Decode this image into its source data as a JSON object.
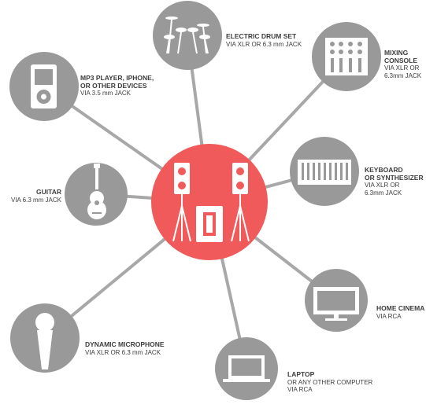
{
  "colors": {
    "hub": "#f05a5a",
    "node": "#999999",
    "line": "#a8a8a8",
    "icon": "#ffffff"
  },
  "nodes": [
    {
      "id": "drum",
      "icon": "drum-kit-icon",
      "title": "ELECTRIC DRUM SET",
      "title2": "",
      "sub": "VIA XLR OR 6.3 mm JACK",
      "sub2": ""
    },
    {
      "id": "mixer",
      "icon": "mixer-icon",
      "title": "MIXING",
      "title2": "CONSOLE",
      "sub": "VIA XLR OR",
      "sub2": "6.3mm JACK"
    },
    {
      "id": "mp3",
      "icon": "mp3-player-icon",
      "title": "MP3 PLAYER, IPHONE,",
      "title2": "OR OTHER DEVICES",
      "sub": "VIA 3.5 mm JACK",
      "sub2": ""
    },
    {
      "id": "guitar",
      "icon": "guitar-icon",
      "title": "GUITAR",
      "title2": "",
      "sub": "VIA 6.3 mm JACK",
      "sub2": ""
    },
    {
      "id": "keyboard",
      "icon": "keyboard-icon",
      "title": "KEYBOARD",
      "title2": "OR SYNTHESIZER",
      "sub": "VIA XLR OR",
      "sub2": "6.3mm JACK"
    },
    {
      "id": "cinema",
      "icon": "monitor-icon",
      "title": "HOME CINEMA",
      "title2": "",
      "sub": "VIA RCA",
      "sub2": ""
    },
    {
      "id": "mic",
      "icon": "microphone-icon",
      "title": "DYNAMIC MICROPHONE",
      "title2": "",
      "sub": "VIA XLR OR 6.3 mm JACK",
      "sub2": ""
    },
    {
      "id": "laptop",
      "icon": "laptop-icon",
      "title": "LAPTOP",
      "title2": "",
      "sub": "OR ANY OTHER COMPUTER",
      "sub2": "VIA RCA"
    }
  ]
}
